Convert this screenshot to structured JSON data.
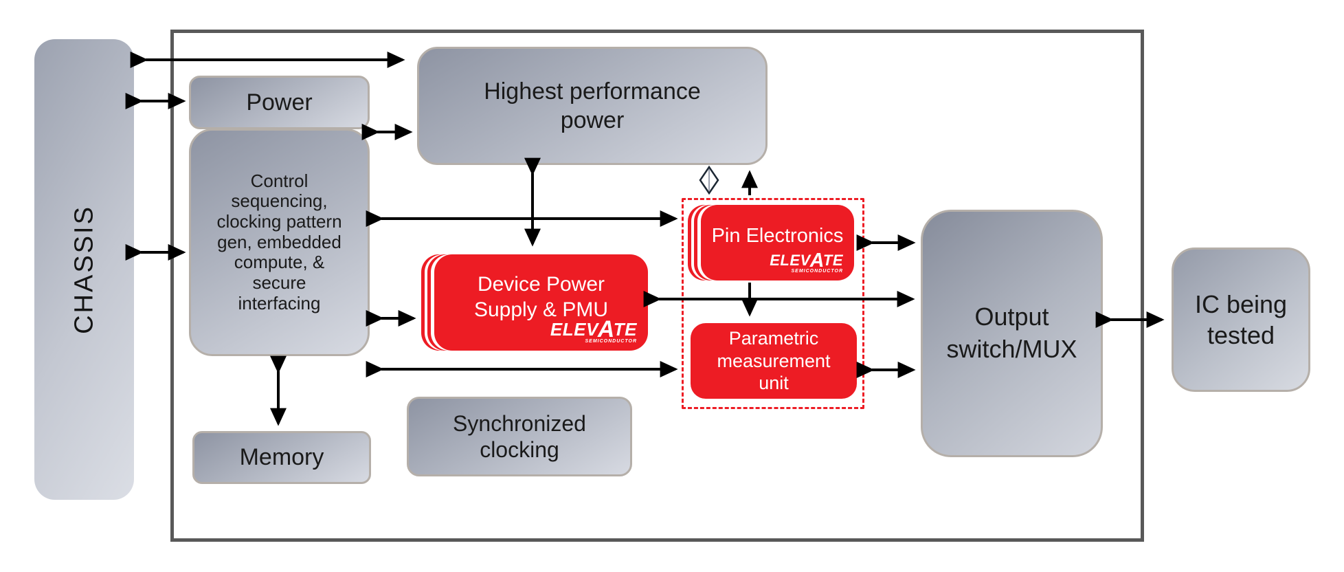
{
  "diagram": {
    "blocks": {
      "chassis": {
        "label": "CHASSIS"
      },
      "power": {
        "label": "Power"
      },
      "control": {
        "label": "Control sequencing, clocking pattern gen, embedded compute, & secure interfacing"
      },
      "memory": {
        "label": "Memory"
      },
      "highest_performance_power": {
        "label": "Highest performance power"
      },
      "synchronized_clocking": {
        "label": "Synchronized clocking"
      },
      "device_power_supply": {
        "label": "Device Power Supply & PMU"
      },
      "pin_electronics": {
        "label": "Pin Electronics"
      },
      "parametric_measurement_unit": {
        "label": "Parametric measurement unit"
      },
      "output_switch_mux": {
        "label": "Output switch/MUX"
      },
      "ic_being_tested": {
        "label": "IC being tested"
      }
    },
    "brand": {
      "name": "ELEVATE SEMICONDUCTOR",
      "wordmark_pre": "ELEV",
      "wordmark_a": "A",
      "wordmark_post": "TE",
      "wordmark_sub": "SEMICONDUCTOR"
    },
    "colors": {
      "accent_red": "#ed1c24",
      "frame_gray": "#595959",
      "arrow_black": "#000000",
      "gray_box_border": "#b5afa9"
    }
  }
}
